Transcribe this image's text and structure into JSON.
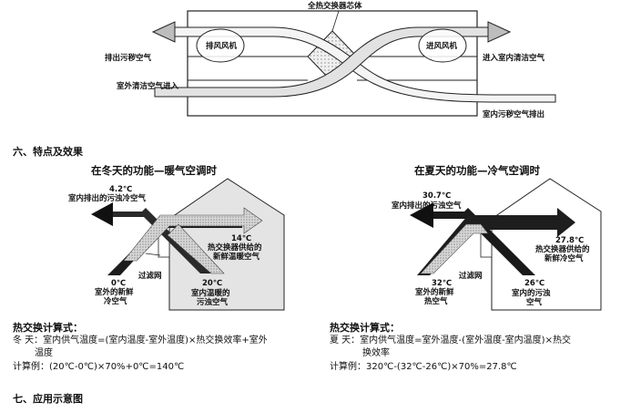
{
  "top_diagram": {
    "core_label": "全热交换器芯体",
    "exhaust_fan": "排风风机",
    "intake_fan": "进风风机",
    "exhaust_dirty": "排出污秽空气",
    "enter_clean": "进入室内清洁空气",
    "outdoor_clean_in": "室外清洁空气进入",
    "indoor_dirty_out": "室内污秽空气排出"
  },
  "section6": {
    "heading": "六、特点及效果"
  },
  "winter": {
    "title": "在冬天的功能—暖气空调时",
    "t1_temp": "4.2℃",
    "t1_label": "室内排出的污浊冷空气",
    "t2_temp": "14℃",
    "t2_label_a": "热交换器供给的",
    "t2_label_b": "新鲜温暖空气",
    "filter": "过滤网",
    "t3_temp": "0℃",
    "t3_label_a": "室外的新鲜",
    "t3_label_b": "冷空气",
    "t4_temp": "20℃",
    "t4_label_a": "室内温暖的",
    "t4_label_b": "污浊空气"
  },
  "summer": {
    "title": "在夏天的功能—冷气空调时",
    "t1_temp": "30.7℃",
    "t1_label": "室内排出的污浊空气",
    "t2_temp": "27.8℃",
    "t2_label_a": "热交换器供给的",
    "t2_label_b": "新鲜冷空气",
    "filter": "过滤网",
    "t3_temp": "32℃",
    "t3_label_a": "室外的新鲜",
    "t3_label_b": "热空气",
    "t4_temp": "26℃",
    "t4_label_a": "室内的污浊",
    "t4_label_b": "空气"
  },
  "formula_winter": {
    "title": "热交换计算式：",
    "line1": "冬 天：室内供气温度=(室内温度-室外温度)×热交换效率+室外",
    "line2": "温度",
    "line3": "计算例：(20℃-0℃)×70%+0℃=140℃"
  },
  "formula_summer": {
    "title": "热交换计算式：",
    "line1": "夏 天：室内供气温度=室外温度-(室外温度-室内温度)×热交",
    "line2": "换效率",
    "line3": "计算例：320℃-(32℃-26℃)×70%=27.8℃"
  },
  "section7": {
    "heading": "七、应用示意图"
  },
  "colors": {
    "dark_arrow": "#111111",
    "light_arrow": "#9a9a9a",
    "house_fill": "#e6e6e6"
  }
}
